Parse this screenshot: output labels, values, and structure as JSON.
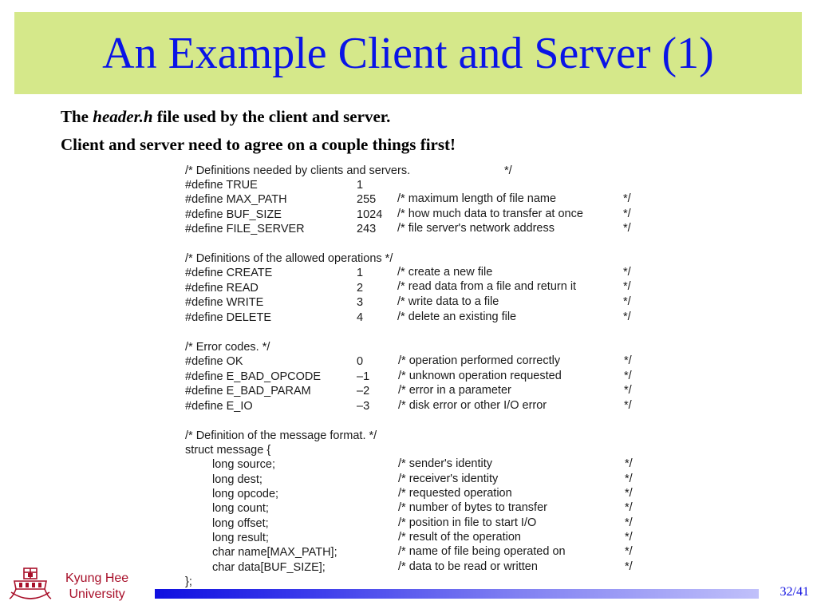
{
  "slide": {
    "title": "An Example Client and Server (1)",
    "lead1_prefix": "The ",
    "lead1_italic": "header.h",
    "lead1_suffix": " file used by the client and server.",
    "lead2": "Client and server need to agree on a couple things first!"
  },
  "code": {
    "comment_defs": "/* Definitions needed by clients and servers.",
    "comment_defs_end": "*/",
    "block1": [
      {
        "name": "#define TRUE",
        "value": "1",
        "comment": "",
        "end": ""
      },
      {
        "name": "#define MAX_PATH",
        "value": "255",
        "comment": "/* maximum length of file name",
        "end": "*/"
      },
      {
        "name": "#define BUF_SIZE",
        "value": "1024",
        "comment": "/* how much data to transfer at once",
        "end": "*/"
      },
      {
        "name": "#define FILE_SERVER",
        "value": "243",
        "comment": "/* file server's network address",
        "end": "*/"
      }
    ],
    "comment_ops": "/* Definitions of the allowed operations */",
    "block2": [
      {
        "name": "#define CREATE",
        "value": "1",
        "comment": "/* create a new file",
        "end": "*/"
      },
      {
        "name": "#define READ",
        "value": "2",
        "comment": "/* read data from a file and return it",
        "end": "*/"
      },
      {
        "name": "#define WRITE",
        "value": "3",
        "comment": "/* write data to a file",
        "end": "*/"
      },
      {
        "name": "#define DELETE",
        "value": "4",
        "comment": "/* delete an existing file",
        "end": "*/"
      }
    ],
    "comment_err": "/* Error codes. */",
    "block3": [
      {
        "name": "#define OK",
        "value": "0",
        "comment": "/* operation performed correctly",
        "end": "*/"
      },
      {
        "name": "#define E_BAD_OPCODE",
        "value": "–1",
        "comment": "/* unknown operation requested",
        "end": "*/"
      },
      {
        "name": "#define E_BAD_PARAM",
        "value": "–2",
        "comment": "/* error in a parameter",
        "end": "*/"
      },
      {
        "name": "#define E_IO",
        "value": "–3",
        "comment": "/* disk error or other I/O error",
        "end": "*/"
      }
    ],
    "comment_msg": "/* Definition of the message format. */",
    "struct_open": "struct message {",
    "block4": [
      {
        "name": "long source;",
        "comment": "/* sender's identity",
        "end": "*/"
      },
      {
        "name": "long dest;",
        "comment": "/* receiver's identity",
        "end": "*/"
      },
      {
        "name": "long opcode;",
        "comment": "/* requested operation",
        "end": "*/"
      },
      {
        "name": "long count;",
        "comment": "/* number of bytes to transfer",
        "end": "*/"
      },
      {
        "name": "long offset;",
        "comment": "/* position in file to start I/O",
        "end": "*/"
      },
      {
        "name": "long result;",
        "comment": "/* result of the operation",
        "end": "*/"
      },
      {
        "name": "char name[MAX_PATH];",
        "comment": "/* name of file being operated on",
        "end": "*/"
      },
      {
        "name": "char data[BUF_SIZE];",
        "comment": "/* data to be read or written",
        "end": "*/"
      }
    ],
    "struct_close": "};"
  },
  "footer": {
    "university_line1": "Kyung Hee",
    "university_line2": "University",
    "page": "32/41",
    "logo_icon": "university-crest-icon",
    "accent_color": "#a8102a",
    "bar_color": "#1010e0"
  }
}
